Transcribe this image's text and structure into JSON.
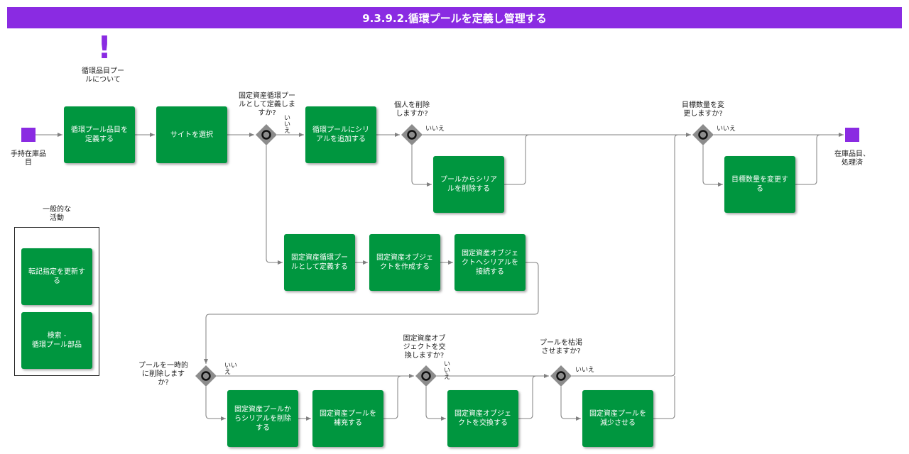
{
  "title": "9.3.9.2.循環プールを定義し管理する",
  "note": "循環品目プー\nルについて",
  "events": {
    "start": "手持在庫品\n目",
    "end": "在庫品目、\n処理済"
  },
  "tasks": {
    "define_items": "循環プール品目を\n定義する",
    "select_site": "サイトを選択",
    "add_serials": "循環プールにシリ\nアルを追加する",
    "remove_serials": "プールからシリア\nルを削除する",
    "change_target": "目標数量を変更す\nる",
    "define_fixed_pool": "固定資産循環プー\nルとして定義する",
    "create_fa_object": "固定資産オブジェ\nクトを作成する",
    "connect_fa_serial": "固定資産オブジェ\nクトへシリアルを\n接続する",
    "remove_fixed_serials": "固定資産プールか\nらシリアルを削除\nする",
    "replenish_fixed": "固定資産プールを\n補充する",
    "swap_fa_object": "固定資産オブジェ\nクトを交換する",
    "reduce_fixed": "固定資産プールを\n減少させる"
  },
  "group": {
    "title": "一般的な\n活動",
    "task1": "転記指定を更新す\nる",
    "task2": "検索 -\n循環プール部品"
  },
  "gateways": {
    "g1_q": "固定資産循環プー\nルとして定義しま\nすか?",
    "g2_q": "個人を削除\nしますか?",
    "g3_q": "目標数量を変\n更しますか?",
    "g4_q": "プールを一時的\nに削除します\nか?",
    "g5_q": "固定資産オブ\nジェクトを交\n換しますか?",
    "g6_q": "プールを枯渇\nさせますか?"
  },
  "branches": {
    "g1_no": "い\nい\nえ",
    "g2_no": "いいえ",
    "g3_no": "いいえ",
    "g4_no": "いい\nえ",
    "g5_no": "い\nい\nえ",
    "g6_no": "いいえ"
  },
  "colors": {
    "title_bar": "#8a2be2",
    "task": "#00963f",
    "event": "#8a2be2",
    "gateway": "#8c8c8c",
    "connector": "#808080"
  }
}
